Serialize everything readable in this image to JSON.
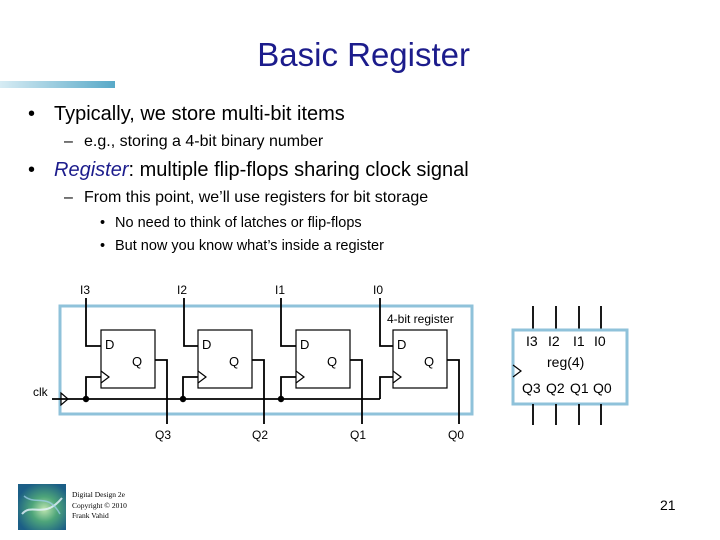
{
  "slide": {
    "title": "Basic Register",
    "bullets": {
      "b1": {
        "marker": "•",
        "text": "Typically, we store multi-bit items"
      },
      "b2": {
        "marker": "–",
        "text": "e.g., storing a 4-bit binary number"
      },
      "b3": {
        "marker": "•",
        "emph": "Register",
        "rest": ": multiple flip-flops sharing clock signal"
      },
      "b4": {
        "marker": "–",
        "text": "From this point, we’ll use registers for bit storage"
      },
      "b5": {
        "marker": "•",
        "text": "No need to think of latches or flip-flops"
      },
      "b6": {
        "marker": "•",
        "text": "But now you know what’s inside a register"
      }
    }
  },
  "circuit": {
    "inputs": [
      "I3",
      "I2",
      "I1",
      "I0"
    ],
    "outputs": [
      "Q3",
      "Q2",
      "Q1",
      "Q0"
    ],
    "ff_d_label": "D",
    "ff_q_label": "Q",
    "clk_label": "clk",
    "register_label": "4-bit register",
    "block": {
      "inputs": [
        "I3",
        "I2",
        "I1",
        "I0"
      ],
      "name": "reg(4)",
      "outputs": [
        "Q3",
        "Q2",
        "Q1",
        "Q0"
      ]
    },
    "colors": {
      "wire": "#000000",
      "frame": "#8fc2da",
      "ff_fill": "#ffffff"
    }
  },
  "footer": {
    "line1": "Digital Design 2e",
    "line2": "Copyright © 2010",
    "line3": "Frank Vahid",
    "page_number": "21"
  },
  "colors": {
    "title": "#1c1c8c",
    "accent": "#58a9c8"
  }
}
